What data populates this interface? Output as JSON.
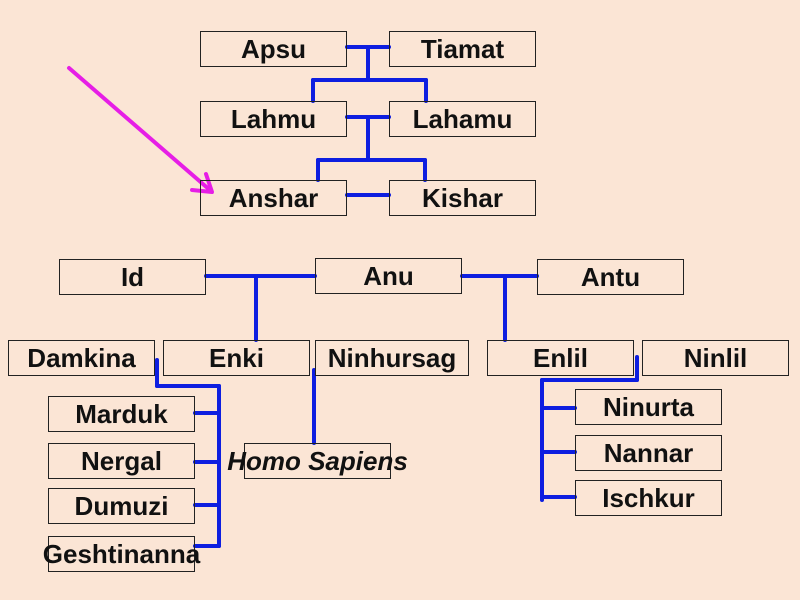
{
  "colors": {
    "background": "#fbe5d5",
    "connector": "#0d1ee0",
    "arrow": "#e61ee6",
    "text": "#111111",
    "box_border": "#222222"
  },
  "nodes": {
    "apsu": "Apsu",
    "tiamat": "Tiamat",
    "lahmu": "Lahmu",
    "lahamu": "Lahamu",
    "anshar": "Anshar",
    "kishar": "Kishar",
    "id": "Id",
    "anu": "Anu",
    "antu": "Antu",
    "damkina": "Damkina",
    "enki": "Enki",
    "ninhursag": "Ninhursag",
    "enlil": "Enlil",
    "ninlil": "Ninlil",
    "marduk": "Marduk",
    "nergal": "Nergal",
    "dumuzi": "Dumuzi",
    "geshtinanna": "Geshtinanna",
    "homo_sapiens": "Homo Sapiens",
    "ninurta": "Ninurta",
    "nannar": "Nannar",
    "ischkur": "Ischkur"
  },
  "pointer": {
    "icon": "arrow-icon",
    "target": "anshar"
  }
}
